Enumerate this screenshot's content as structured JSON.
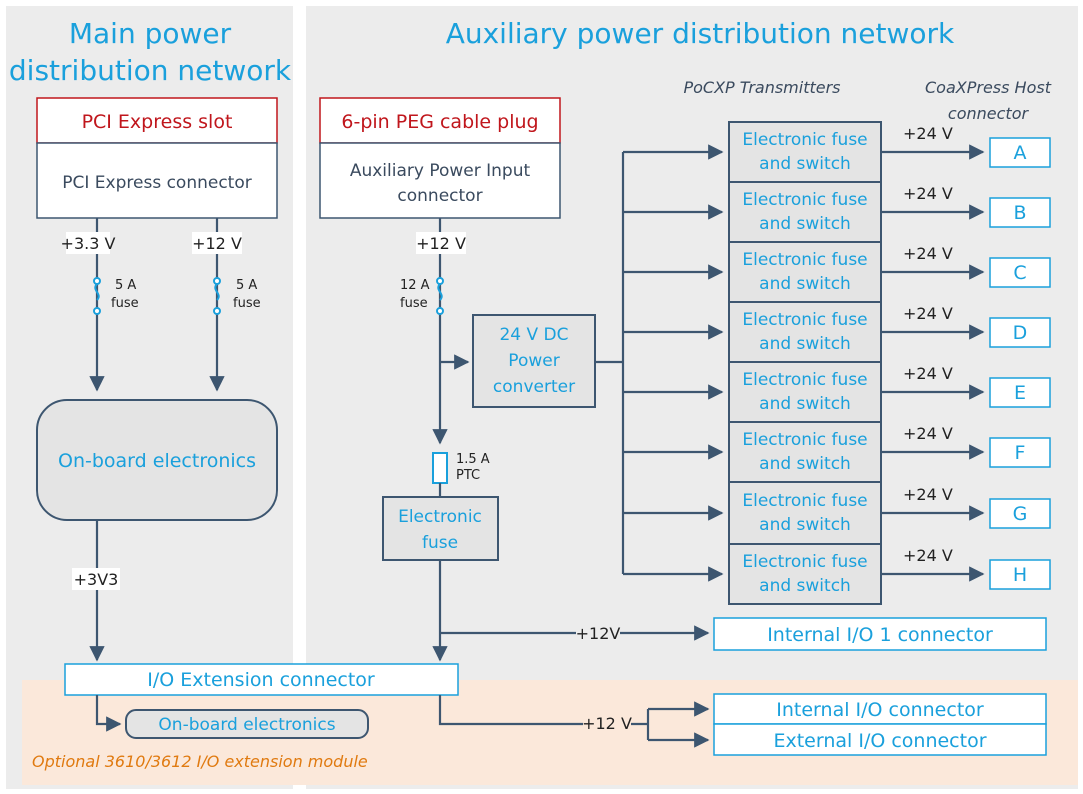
{
  "titles": {
    "main_line1": "Main power",
    "main_line2": "distribution network",
    "aux": "Auxiliary power distribution network"
  },
  "main": {
    "slot": "PCI Express slot",
    "connector": "PCI Express connector",
    "rail_33": "+3.3 V",
    "rail_12": "+12 V",
    "fuse_a_1": "5 A",
    "fuse_a_2": "fuse",
    "fuse_b_1": "5 A",
    "fuse_b_2": "fuse",
    "onboard": "On-board electronics",
    "rail_3v3": "+3V3"
  },
  "aux": {
    "peg": "6-pin PEG cable plug",
    "api_line1": "Auxiliary Power Input",
    "api_line2": "connector",
    "rail_12": "+12 V",
    "fuse_1": "12 A",
    "fuse_2": "fuse",
    "conv_line1": "24 V DC",
    "conv_line2": "Power",
    "conv_line3": "converter",
    "ptc_1": "1.5 A",
    "ptc_2": "PTC",
    "efuse_line1": "Electronic",
    "efuse_line2": "fuse",
    "int_rail": "+12V",
    "int_io1": "Internal I/O 1 connector"
  },
  "headers": {
    "transmitters": "PoCXP Transmitters",
    "host_line1": "CoaXPress Host",
    "host_line2": "connector"
  },
  "transmitters": [
    {
      "line1": "Electronic fuse",
      "line2": "and switch",
      "rail": "+24 V",
      "port": "A"
    },
    {
      "line1": "Electronic fuse",
      "line2": "and switch",
      "rail": "+24 V",
      "port": "B"
    },
    {
      "line1": "Electronic fuse",
      "line2": "and switch",
      "rail": "+24 V",
      "port": "C"
    },
    {
      "line1": "Electronic fuse",
      "line2": "and switch",
      "rail": "+24 V",
      "port": "D"
    },
    {
      "line1": "Electronic fuse",
      "line2": "and switch",
      "rail": "+24 V",
      "port": "E"
    },
    {
      "line1": "Electronic fuse",
      "line2": "and switch",
      "rail": "+24 V",
      "port": "F"
    },
    {
      "line1": "Electronic fuse",
      "line2": "and switch",
      "rail": "+24 V",
      "port": "G"
    },
    {
      "line1": "Electronic fuse",
      "line2": "and switch",
      "rail": "+24 V",
      "port": "H"
    }
  ],
  "extension": {
    "io_ext": "I/O Extension connector",
    "onboard": "On-board electronics",
    "rail": "+12 V",
    "internal": "Internal I/O connector",
    "external": "External I/O connector",
    "module_label": "Optional 3610/3612 I/O extension module"
  },
  "colors": {
    "panel": "#ececec",
    "box_fill": "#e4e4e4",
    "accent_blue": "#1aa0dc",
    "accent_red": "#c0161c",
    "wire": "#3d5670",
    "module_bg": "#fbe8da",
    "module_text": "#e07a10"
  }
}
